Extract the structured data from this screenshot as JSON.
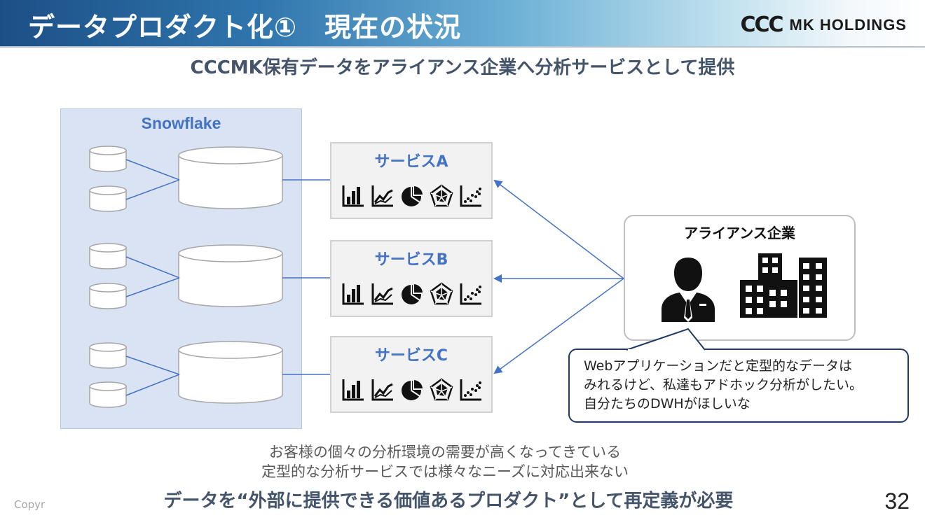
{
  "header": {
    "title": "データプロダクト化①　現在の状況",
    "logo_mark": "CCC",
    "logo_text": "MK HOLDINGS"
  },
  "subtitle": "CCCMK保有データをアライアンス企業へ分析サービスとして提供",
  "snowflake": {
    "label": "Snowflake"
  },
  "services": [
    {
      "label": "サービスA"
    },
    {
      "label": "サービスB"
    },
    {
      "label": "サービスC"
    }
  ],
  "service_icons": [
    "bar-chart-icon",
    "line-chart-icon",
    "pie-chart-icon",
    "radar-chart-icon",
    "scatter-chart-icon"
  ],
  "alliance": {
    "title": "アライアンス企業",
    "icons": [
      "business-person-icon",
      "office-buildings-icon"
    ]
  },
  "speech_bubble": {
    "lines": [
      "Webアプリケーションだと定型的なデータは",
      "みれるけど、私達もアドホック分析がしたい。",
      "自分たちのDWHがほしいな"
    ]
  },
  "bottom": {
    "line1": "お客様の個々の分析環境の需要が高くなってきている",
    "line2": "定型的な分析サービスでは様々なニーズに対応出来ない",
    "conclusion": "データを“外部に提供できる価値あるプロダクト”として再定義が必要"
  },
  "footer": {
    "copyright": "Copyr",
    "page_number": "32"
  },
  "colors": {
    "accent_blue": "#4472c4",
    "snowflake_fill": "#dae3f3",
    "title_gray_blue": "#44546a",
    "bubble_border": "#1f3864"
  }
}
